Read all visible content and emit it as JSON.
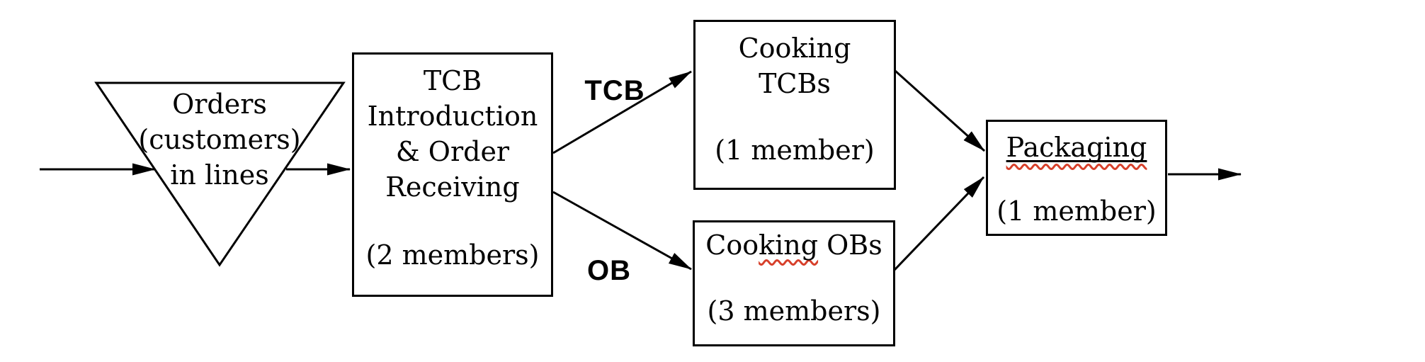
{
  "diagram": {
    "colors": {
      "ink": "#000000",
      "background": "#ffffff",
      "spellcheck_red": "#d7402b"
    },
    "nodes": {
      "orders_queue": {
        "shape": "inverted-triangle",
        "lines": [
          "Orders",
          "(customers)",
          "in lines"
        ]
      },
      "order_receiving": {
        "shape": "rectangle",
        "lines": [
          "TCB",
          "Introduction",
          "& Order",
          "Receiving"
        ],
        "members": "(2 members)"
      },
      "cooking_tcbs": {
        "shape": "rectangle",
        "lines": [
          "Cooking",
          "TCBs"
        ],
        "members": "(1 member)"
      },
      "cooking_obs": {
        "shape": "rectangle",
        "title_part_before": "Coo",
        "title_part_squiggle": "king",
        "title_part_after": " OBs",
        "members": "(3 members)"
      },
      "packaging": {
        "shape": "rectangle",
        "title": "Packaging",
        "members": "(1 member)"
      }
    },
    "edge_labels": {
      "tcb_branch": "TCB",
      "ob_branch": "OB"
    }
  }
}
